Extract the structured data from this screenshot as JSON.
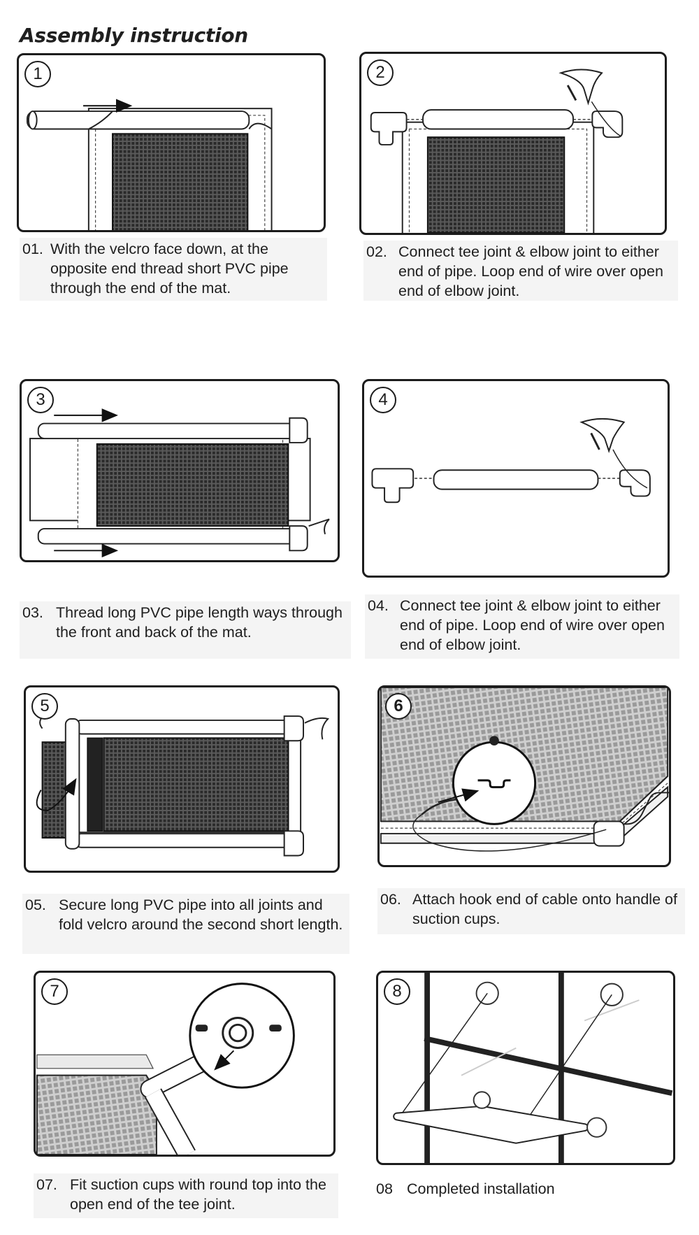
{
  "title": "Assembly instruction",
  "steps": [
    {
      "badge": "1",
      "num": "01.",
      "text": "With the velcro face down, at the opposite end thread short PVC pipe through the end of the mat."
    },
    {
      "badge": "2",
      "num": "02.",
      "text": "Connect tee joint & elbow joint to either end of pipe. Loop end of wire over open end of elbow joint."
    },
    {
      "badge": "3",
      "num": "03.",
      "text": "Thread long PVC pipe length ways through the front and back of the mat."
    },
    {
      "badge": "4",
      "num": "04.",
      "text": "Connect tee joint & elbow joint to either end of pipe. Loop end of wire over open end of elbow joint."
    },
    {
      "badge": "5",
      "num": "05.",
      "text": "Secure long PVC pipe into all joints and fold velcro around the second short length."
    },
    {
      "badge": "6",
      "num": "06.",
      "text": "Attach hook end of cable onto handle of suction cups."
    },
    {
      "badge": "7",
      "num": "07.",
      "text": "Fit suction cups with round top into the open end of the tee joint."
    },
    {
      "badge": "8",
      "num": "08",
      "text": "Completed installation"
    }
  ]
}
